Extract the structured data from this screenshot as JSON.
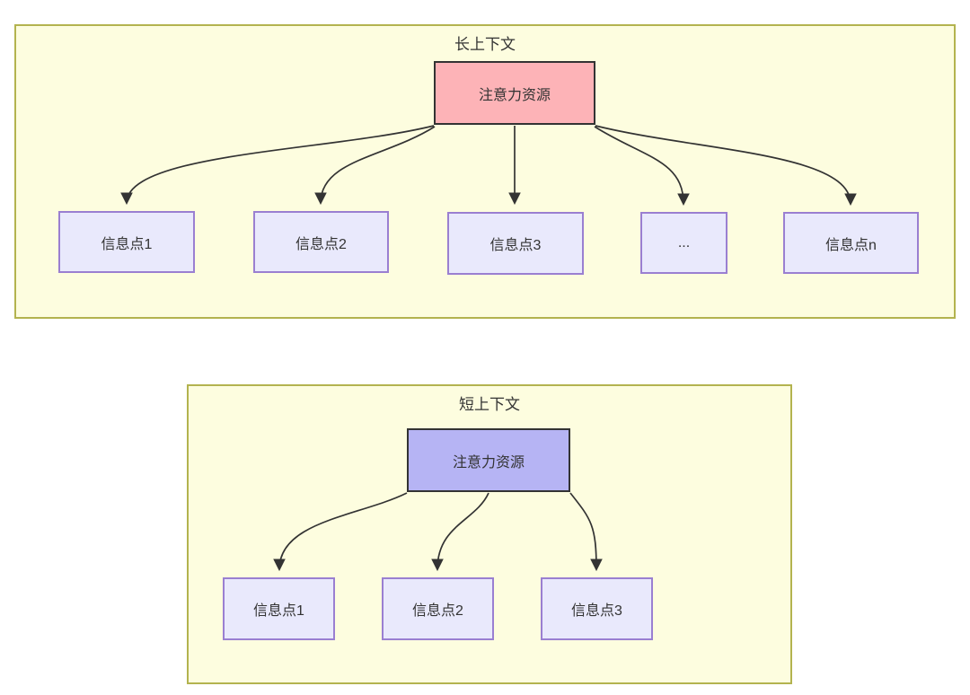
{
  "colors": {
    "page_bg": "#ffffff",
    "panel_fill": "#fdfddf",
    "panel_border": "#b3b34f",
    "attention_long_fill": "#fdb3b7",
    "attention_short_fill": "#b6b4f4",
    "attention_border": "#333333",
    "info_fill": "#e9e9fc",
    "info_border": "#9a7fd1",
    "arrow_color": "#333333",
    "text_color": "#333333"
  },
  "long_context": {
    "title": "长上下文",
    "attention_label": "注意力资源",
    "info_points": [
      "信息点1",
      "信息点2",
      "信息点3",
      "...",
      "信息点n"
    ]
  },
  "short_context": {
    "title": "短上下文",
    "attention_label": "注意力资源",
    "info_points": [
      "信息点1",
      "信息点2",
      "信息点3"
    ]
  }
}
